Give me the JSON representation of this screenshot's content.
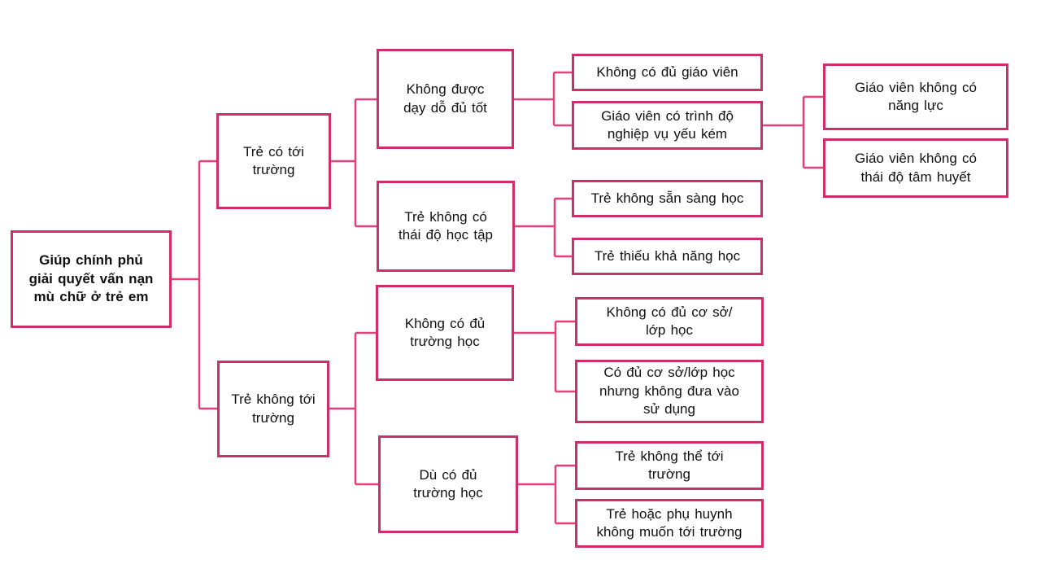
{
  "diagram": {
    "type": "cause-and-effect-tree",
    "colors": {
      "box_border": "#ce2f6b",
      "connector": "#e6407b",
      "text": "#111111",
      "background": "#ffffff"
    },
    "nodes": {
      "root": {
        "label": "Giúp chính phủ giải quyết vấn nạn mù chữ ở trẻ em",
        "lines": [
          "Giúp chính phủ",
          "giải quyết vấn nạn",
          "mù chữ ở trẻ em"
        ],
        "level": 1
      },
      "tre-co-toi-truong": {
        "label": "Trẻ có tới trường",
        "lines": [
          "Trẻ có tới",
          "trường"
        ],
        "level": 2
      },
      "tre-khong-toi-truong": {
        "label": "Trẻ không tới trường",
        "lines": [
          "Trẻ không tới",
          "trường"
        ],
        "level": 2
      },
      "khong-duoc-day-do-du-tot": {
        "label": "Không được dạy dỗ đủ tốt",
        "lines": [
          "Không được",
          "dạy dỗ đủ tốt"
        ],
        "level": 3
      },
      "tre-khong-co-thai-do-hoc-tap": {
        "label": "Trẻ không có thái độ học tập",
        "lines": [
          "Trẻ không có",
          "thái độ học tập"
        ],
        "level": 3
      },
      "khong-co-du-truong-hoc": {
        "label": "Không có đủ trường học",
        "lines": [
          "Không có đủ",
          "trường học"
        ],
        "level": 3
      },
      "du-co-du-truong-hoc": {
        "label": "Dù có đủ trường học",
        "lines": [
          "Dù có đủ",
          "trường học"
        ],
        "level": 3
      },
      "khong-co-du-giao-vien": {
        "label": "Không có đủ giáo viên",
        "lines": [
          "Không có đủ giáo viên"
        ],
        "level": 4
      },
      "giao-vien-trinh-do-yeu-kem": {
        "label": "Giáo viên có trình độ nghiệp vụ yếu kém",
        "lines": [
          "Giáo viên có trình độ",
          "nghiệp vụ yếu kém"
        ],
        "level": 4
      },
      "tre-khong-san-sang-hoc": {
        "label": "Trẻ không sẵn sàng học",
        "lines": [
          "Trẻ không sẵn sàng học"
        ],
        "level": 4
      },
      "tre-thieu-kha-nang-hoc": {
        "label": "Trẻ thiếu khả năng học",
        "lines": [
          "Trẻ thiếu khả năng học"
        ],
        "level": 4
      },
      "khong-co-du-co-so-lop-hoc": {
        "label": "Không có đủ cơ sở/ lớp học",
        "lines": [
          "Không có đủ cơ sở/",
          "lớp học"
        ],
        "level": 4
      },
      "co-du-co-so-khong-su-dung": {
        "label": "Có đủ cơ sở/lớp học nhưng không đưa vào sử dụng",
        "lines": [
          "Có đủ cơ sở/lớp học",
          "nhưng không đưa vào",
          "sử dụng"
        ],
        "level": 4
      },
      "tre-khong-the-toi-truong": {
        "label": "Trẻ không thể tới trường",
        "lines": [
          "Trẻ không thể tới",
          "trường"
        ],
        "level": 4
      },
      "tre-hoac-phu-huynh-khong-muon-toi-truong": {
        "label": "Trẻ hoặc phụ huynh không muốn tới trường",
        "lines": [
          "Trẻ hoặc phụ huynh",
          "không muốn tới trường"
        ],
        "level": 4
      },
      "giao-vien-khong-co-nang-luc": {
        "label": "Giáo viên không có năng lực",
        "lines": [
          "Giáo viên không có",
          "năng lực"
        ],
        "level": 5
      },
      "giao-vien-khong-co-thai-do-tam-huyet": {
        "label": "Giáo viên không có thái độ tâm huyết",
        "lines": [
          "Giáo viên không có",
          "thái độ tâm huyết"
        ],
        "level": 5
      }
    },
    "edges": [
      {
        "from": "root",
        "to": "tre-co-toi-truong"
      },
      {
        "from": "root",
        "to": "tre-khong-toi-truong"
      },
      {
        "from": "tre-co-toi-truong",
        "to": "khong-duoc-day-do-du-tot"
      },
      {
        "from": "tre-co-toi-truong",
        "to": "tre-khong-co-thai-do-hoc-tap"
      },
      {
        "from": "tre-khong-toi-truong",
        "to": "khong-co-du-truong-hoc"
      },
      {
        "from": "tre-khong-toi-truong",
        "to": "du-co-du-truong-hoc"
      },
      {
        "from": "khong-duoc-day-do-du-tot",
        "to": "khong-co-du-giao-vien"
      },
      {
        "from": "khong-duoc-day-do-du-tot",
        "to": "giao-vien-trinh-do-yeu-kem"
      },
      {
        "from": "tre-khong-co-thai-do-hoc-tap",
        "to": "tre-khong-san-sang-hoc"
      },
      {
        "from": "tre-khong-co-thai-do-hoc-tap",
        "to": "tre-thieu-kha-nang-hoc"
      },
      {
        "from": "khong-co-du-truong-hoc",
        "to": "khong-co-du-co-so-lop-hoc"
      },
      {
        "from": "khong-co-du-truong-hoc",
        "to": "co-du-co-so-khong-su-dung"
      },
      {
        "from": "du-co-du-truong-hoc",
        "to": "tre-khong-the-toi-truong"
      },
      {
        "from": "du-co-du-truong-hoc",
        "to": "tre-hoac-phu-huynh-khong-muon-toi-truong"
      },
      {
        "from": "giao-vien-trinh-do-yeu-kem",
        "to": "giao-vien-khong-co-nang-luc"
      },
      {
        "from": "giao-vien-trinh-do-yeu-kem",
        "to": "giao-vien-khong-co-thai-do-tam-huyet"
      }
    ]
  }
}
